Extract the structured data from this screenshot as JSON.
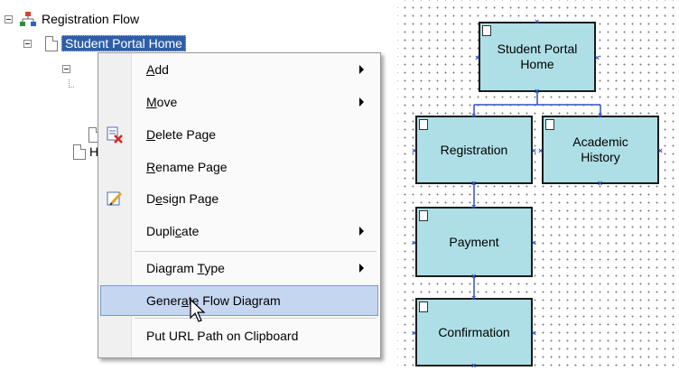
{
  "tree": {
    "root_label": "Registration Flow",
    "selected_label": "Student Portal Home",
    "partial_label": "H"
  },
  "menu": {
    "items": [
      {
        "pre": "",
        "u": "A",
        "post": "dd",
        "submenu": true
      },
      {
        "pre": "",
        "u": "M",
        "post": "ove",
        "submenu": true
      },
      {
        "pre": "",
        "u": "D",
        "post": "elete Page",
        "submenu": false,
        "icon": "delete-page-icon"
      },
      {
        "pre": "",
        "u": "R",
        "post": "ename Page",
        "submenu": false
      },
      {
        "pre": "D",
        "u": "e",
        "post": "sign Page",
        "submenu": false,
        "icon": "design-page-icon"
      },
      {
        "pre": "Dupli",
        "u": "c",
        "post": "ate",
        "submenu": true
      },
      {
        "pre": "Diagram ",
        "u": "T",
        "post": "ype",
        "submenu": true
      },
      {
        "pre": "Gener",
        "u": "a",
        "post": "te Flow Diagram",
        "submenu": false,
        "highlighted": true
      },
      {
        "pre": "",
        "u": "",
        "post": "Put URL Path on Clipboard",
        "submenu": false
      }
    ]
  },
  "diagram": {
    "nodes": {
      "home": "Student Portal Home",
      "registration": "Registration",
      "academic": "Academic History",
      "payment": "Payment",
      "confirmation": "Confirmation"
    },
    "node_color": "#aedfe6",
    "connector_color": "#3050c8"
  }
}
